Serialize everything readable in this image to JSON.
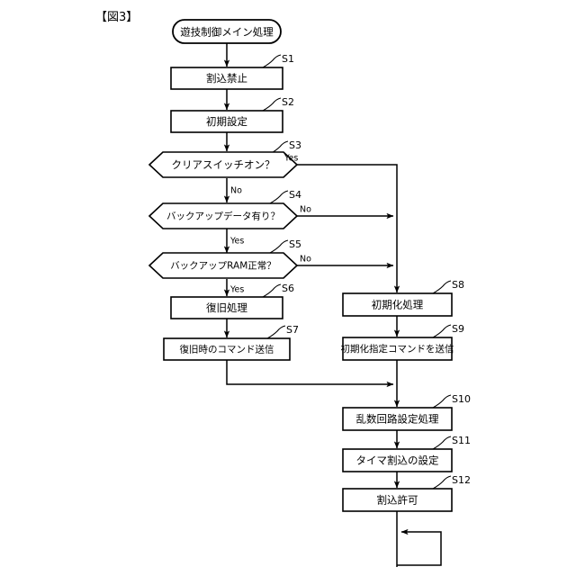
{
  "figure": {
    "label": "【図3】",
    "title_terminal": "遊技制御メイン処理"
  },
  "nodes": [
    {
      "id": "start",
      "type": "terminal",
      "text": "遊技制御メイン処理",
      "step": ""
    },
    {
      "id": "s1",
      "type": "process",
      "text": "割込禁止",
      "step": "S1"
    },
    {
      "id": "s2",
      "type": "process",
      "text": "初期設定",
      "step": "S2"
    },
    {
      "id": "s3",
      "type": "decision",
      "text": "クリアスイッチオン？",
      "step": "S3"
    },
    {
      "id": "s4",
      "type": "decision",
      "text": "バックアップデータ有り？",
      "step": "S4"
    },
    {
      "id": "s5",
      "type": "decision",
      "text": "バックアップRAM正常？",
      "step": "S5"
    },
    {
      "id": "s6",
      "type": "process",
      "text": "復旧処理",
      "step": "S6"
    },
    {
      "id": "s7",
      "type": "process",
      "text": "復旧時のコマンド送信",
      "step": "S7"
    },
    {
      "id": "s8",
      "type": "process",
      "text": "初期化処理",
      "step": "S8"
    },
    {
      "id": "s9",
      "type": "process",
      "text": "初期化指定コマンドを送信",
      "step": "S9"
    },
    {
      "id": "s10",
      "type": "process",
      "text": "乱数回路設定処理",
      "step": "S10"
    },
    {
      "id": "s11",
      "type": "process",
      "text": "タイマ割込の設定",
      "step": "S11"
    },
    {
      "id": "s12",
      "type": "process",
      "text": "割込許可",
      "step": "S12"
    }
  ],
  "branches": {
    "s3_yes": "Yes",
    "s3_no": "No",
    "s4_yes": "Yes",
    "s4_no": "No",
    "s5_yes": "Yes",
    "s5_no": "No"
  },
  "colors": {
    "line": "#000000",
    "fill": "#ffffff",
    "background": "#ffffff"
  }
}
